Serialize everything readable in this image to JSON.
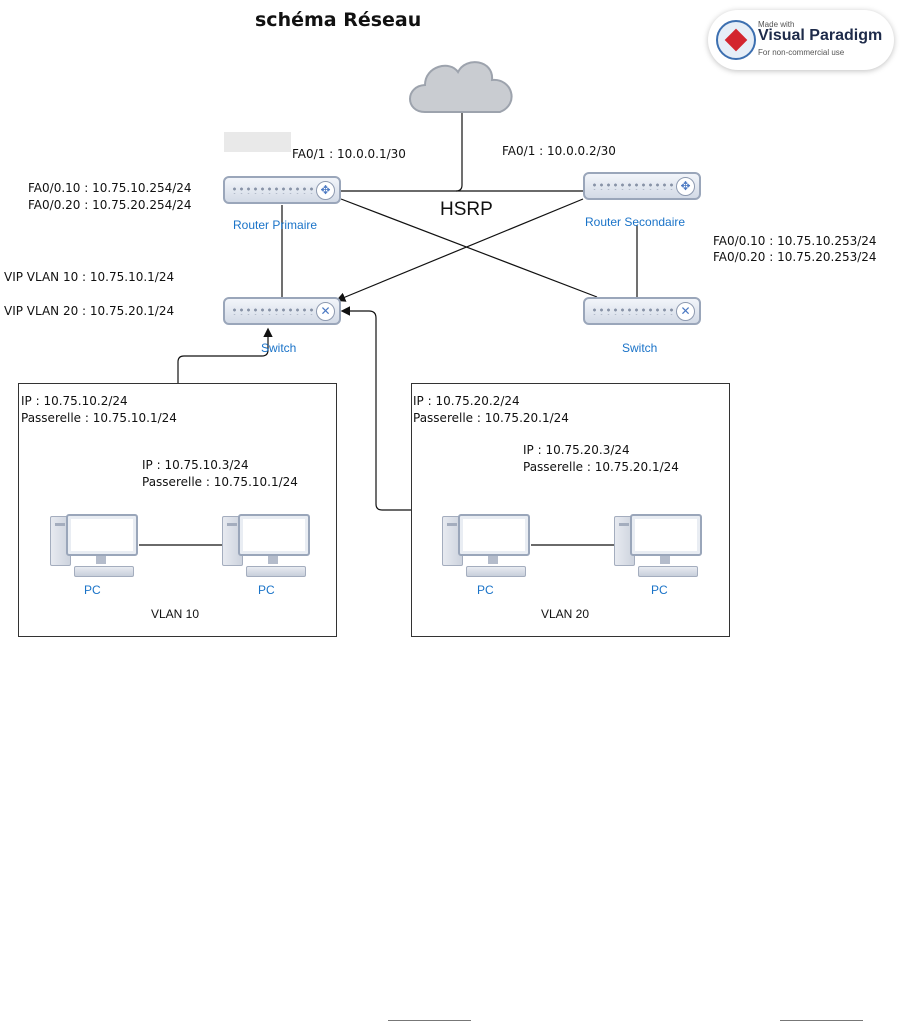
{
  "title": "schéma Réseau",
  "badge": {
    "made_with": "Made with",
    "brand": "Visual Paradigm",
    "license": "For non-commercial use"
  },
  "routers": {
    "primary": {
      "label": "Router Primaire",
      "wan": "FA0/1 : 10.0.0.1/30",
      "sub10": "FA0/0.10 : 10.75.10.254/24",
      "sub20": "FA0/0.20 : 10.75.20.254/24"
    },
    "secondary": {
      "label": "Router Secondaire",
      "wan": "FA0/1 : 10.0.0.2/30",
      "sub10": "FA0/0.10 : 10.75.10.253/24",
      "sub20": "FA0/0.20 : 10.75.20.253/24"
    }
  },
  "protocol": "HSRP",
  "vip": {
    "vlan10": "VIP VLAN 10 : 10.75.10.1/24",
    "vlan20": "VIP VLAN 20 : 10.75.20.1/24"
  },
  "switches": {
    "left": "Switch",
    "right": "Switch"
  },
  "vlan10": {
    "name": "VLAN 10",
    "pc1": {
      "ip": "IP : 10.75.10.2/24",
      "gw": "Passerelle : 10.75.10.1/24",
      "label": "PC"
    },
    "pc2": {
      "ip": "IP : 10.75.10.3/24",
      "gw": "Passerelle : 10.75.10.1/24",
      "label": "PC"
    }
  },
  "vlan20": {
    "name": "VLAN 20",
    "pc1": {
      "ip": "IP : 10.75.20.2/24",
      "gw": "Passerelle : 10.75.20.1/24",
      "label": "PC"
    },
    "pc2": {
      "ip": "IP : 10.75.20.3/24",
      "gw": "Passerelle : 10.75.20.1/24",
      "label": "PC"
    }
  },
  "colors": {
    "device_label": "#1a73c8",
    "cloud": "#c9ccd1",
    "router_accent": "#4a78c2"
  },
  "icons": {
    "router": "router-icon",
    "switch": "switch-icon",
    "cloud": "cloud-icon",
    "pc": "pc-icon"
  }
}
